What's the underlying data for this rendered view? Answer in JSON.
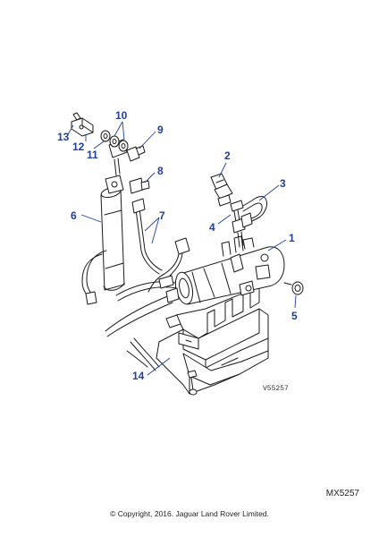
{
  "callouts": {
    "c1": "1",
    "c2": "2",
    "c3": "3",
    "c4": "4",
    "c5": "5",
    "c6": "6",
    "c7": "7",
    "c8": "8",
    "c9": "9",
    "c10": "10",
    "c11": "11",
    "c12": "12",
    "c13": "13",
    "c14": "14"
  },
  "diagram_code": "V55257",
  "illustration_code": "MX5257",
  "copyright": "© Copyright, 2016. Jaguar Land Rover Limited.",
  "colors": {
    "callout": "#1f3f9e",
    "line_art": "#1a1a1a",
    "background": "#ffffff"
  }
}
